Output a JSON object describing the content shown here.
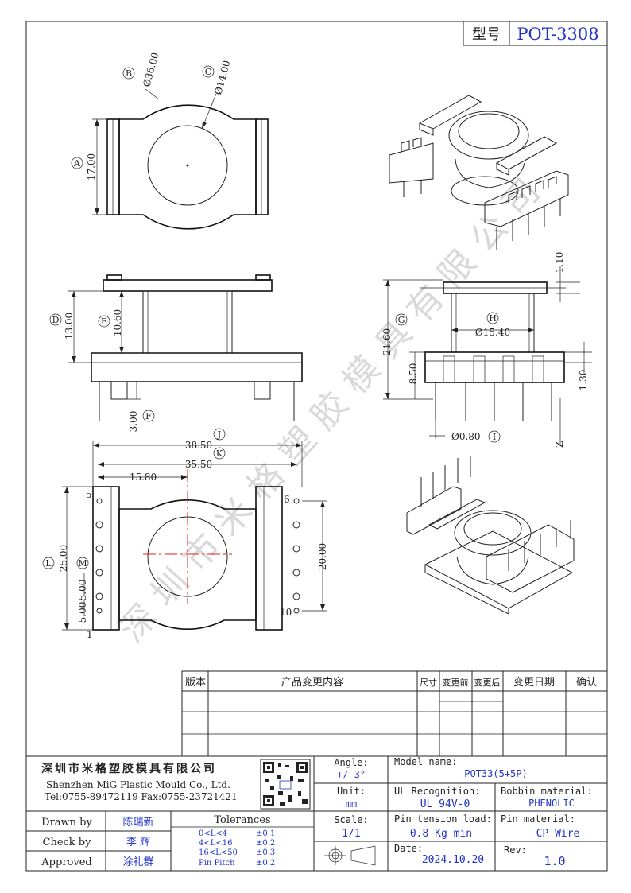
{
  "model": {
    "label": "型号",
    "value": "POT-3308"
  },
  "views": {
    "top": {
      "dim_A": "17.00",
      "dim_B": "Ø36.00",
      "dim_C": "Ø14.00",
      "circles": {
        "A": "A",
        "B": "B",
        "C": "C"
      }
    },
    "front": {
      "dim_D": "13.00",
      "dim_E": "10.60",
      "dim_F": "3.00",
      "circles": {
        "D": "D",
        "E": "E",
        "F": "F"
      }
    },
    "side": {
      "dim_G": "21.60",
      "dim_H": "Ø15.40",
      "dim_I": "Ø0.80",
      "dim_110": "1.10",
      "dim_850": "8.50",
      "dim_130": "1.30",
      "mark_z": "Z",
      "circles": {
        "G": "G",
        "H": "H",
        "I": "I"
      }
    },
    "bottom": {
      "dim_J": "38.50",
      "dim_K": "35.50",
      "dim_1580": "15.80",
      "dim_L": "25.00",
      "dim_M": "5.00",
      "dim_2000": "20.00",
      "dim_500b": "5.00",
      "pin_1": "1",
      "pin_5": "5",
      "pin_6": "6",
      "pin_10": "10",
      "circles": {
        "J": "J",
        "K": "K",
        "L": "L",
        "M": "M"
      }
    }
  },
  "watermark": "深圳市米格塑胶模具有限公司",
  "revision_table": {
    "headers": [
      "版本",
      "产品变更内容",
      "尺寸",
      "变更前",
      "变更后",
      "变更日期",
      "确认"
    ]
  },
  "company": {
    "name_cn": "深圳市米格塑胶模具有限公司",
    "name_en": "Shenzhen MiG Plastic Mould Co., Ltd.",
    "contact": "Tel:0755-89472119   Fax:0755-23721421"
  },
  "title_block": {
    "angle_label": "Angle:",
    "angle_value": "+/-3°",
    "unit_label": "Unit:",
    "unit_value": "mm",
    "scale_label": "Scale:",
    "scale_value": "1/1",
    "model_label": "Model name:",
    "model_value": "POT33(5+5P)",
    "ul_label": "UL Recognition:",
    "ul_value": "UL 94V-0",
    "bobbin_label": "Bobbin material:",
    "bobbin_value": "PHENOLIC",
    "tension_label": "Pin tension load:",
    "tension_value": "0.8 Kg min",
    "pin_mat_label": "Pin material:",
    "pin_mat_value": "CP Wire",
    "date_label": "Date:",
    "date_value": "2024.10.20",
    "rev_label": "Rev:",
    "rev_value": "1.0",
    "drawn_label": "Drawn by",
    "drawn_value": "陈瑞新",
    "check_label": "Check by",
    "check_value": "李 辉",
    "approved_label": "Approved",
    "approved_value": "涂礼群",
    "tolerances_label": "Tolerances",
    "tol_rows": [
      {
        "range": "0<L<4",
        "tol": "±0.1"
      },
      {
        "range": "4<L<16",
        "tol": "±0.2"
      },
      {
        "range": "16<L<50",
        "tol": "±0.3"
      },
      {
        "range": "Pin Pitch",
        "tol": "±0.2"
      }
    ]
  },
  "colors": {
    "ink": "#222222",
    "accent_blue": "#2233cc",
    "center_red": "#dd2222"
  }
}
